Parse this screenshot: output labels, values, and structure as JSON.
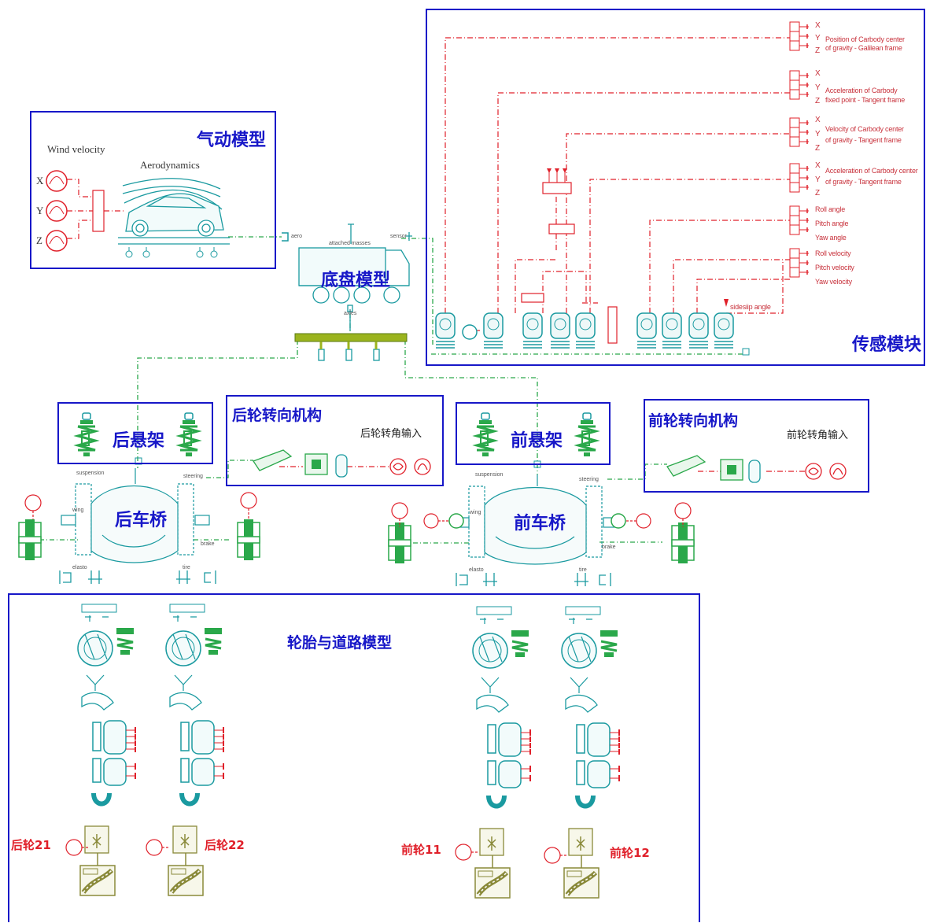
{
  "modules": {
    "aero": {
      "title": "气动模型",
      "wind_label": "Wind velocity",
      "aero_label": "Aerodynamics",
      "axes": [
        "X",
        "Y",
        "Z"
      ],
      "port": "aero"
    },
    "chassis": {
      "title": "底盘模型",
      "attached": "attached masses",
      "sensor": "sensor",
      "axles": "axles"
    },
    "sensor": {
      "title": "传感模块",
      "sideslip": "sidesiip angle"
    },
    "rear_susp": {
      "title": "后悬架",
      "port": "suspension"
    },
    "rear_steer": {
      "title": "后轮转向机构",
      "input": "后轮转角输入",
      "port": "steering"
    },
    "front_susp": {
      "title": "前悬架",
      "port": "suspension"
    },
    "front_steer": {
      "title": "前轮转向机构",
      "input": "前轮转角输入",
      "port": "steering"
    },
    "rear_axle": {
      "title": "后车桥",
      "elasto": "elasto",
      "tire": "tire",
      "brake": "brake",
      "wing": "wing"
    },
    "front_axle": {
      "title": "前车桥",
      "elasto": "elasto",
      "tire": "tire",
      "brake": "brake",
      "wing": "wing"
    },
    "tire_road": {
      "title": "轮胎与道路模型"
    },
    "wheels": [
      "后轮21",
      "后轮22",
      "前轮11",
      "前轮12"
    ]
  },
  "sensor_outputs": [
    {
      "axes": [
        "X",
        "Y",
        "Z"
      ],
      "desc": [
        "Position of Carbody center",
        "of gravity - Galilean frame"
      ]
    },
    {
      "axes": [
        "X",
        "Y",
        "Z"
      ],
      "desc": [
        "Acceleration of Carbody",
        "fixed point - Tangent frame"
      ]
    },
    {
      "axes": [
        "X",
        "Y",
        "Z"
      ],
      "desc": [
        "Velocity of Carbody center",
        "of gravity - Tangent frame"
      ]
    },
    {
      "axes": [
        "X",
        "Y",
        "Z"
      ],
      "desc": [
        "Acceleration of Carbody center",
        "of gravity - Tangent frame"
      ]
    },
    {
      "axes": [],
      "desc": [
        "Roll angle",
        "Pitch angle",
        "Yaw angle"
      ]
    },
    {
      "axes": [],
      "desc": [
        "Roll velocity",
        "Pitch velocity",
        "Yaw velocity"
      ]
    }
  ],
  "colors": {
    "frame": "#1717c8",
    "signal": "#e0202a",
    "mech": "#2aa84a",
    "body": "#1a9aa0",
    "road": "#8a8a3a"
  }
}
